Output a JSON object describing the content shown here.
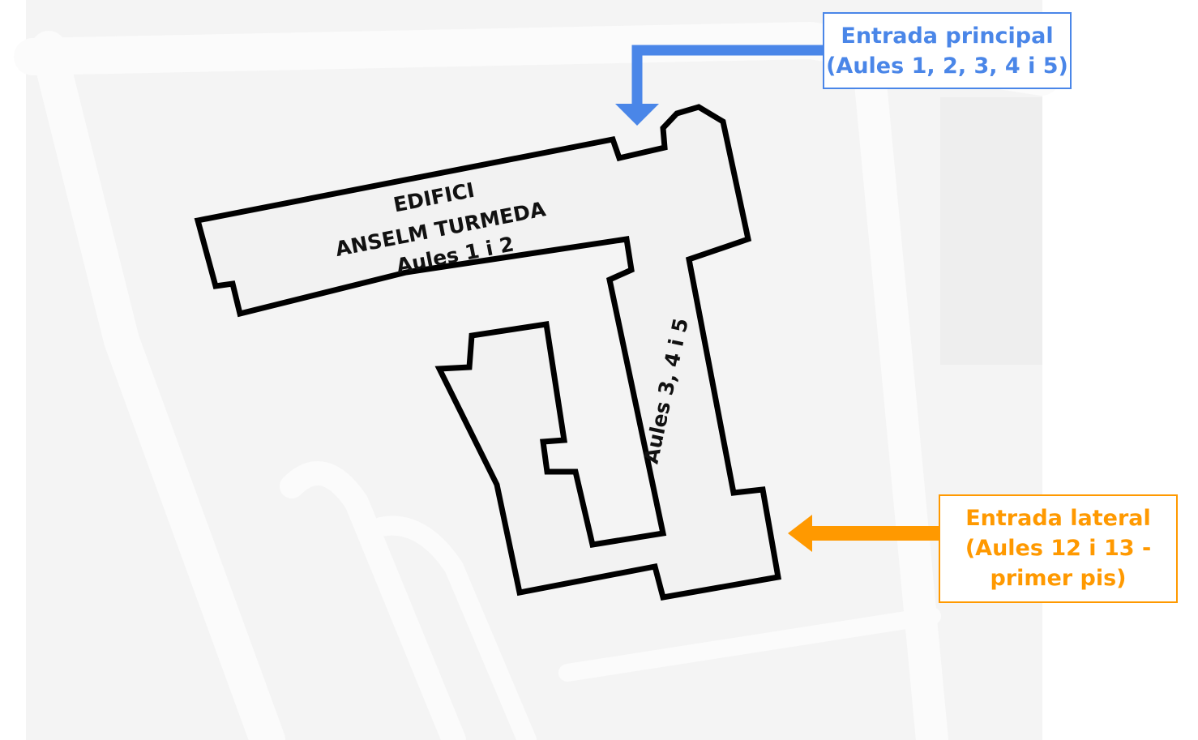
{
  "building": {
    "name_line1": "EDIFICI",
    "name_line2": "ANSELM TURMEDA",
    "wing_north_label": "Aules 1 i 2",
    "wing_east_label": "Aules 3, 4 i 5"
  },
  "entrances": {
    "main": {
      "line1": "Entrada principal",
      "line2": "(Aules 1, 2, 3, 4 i 5)",
      "color": "#4a86e8"
    },
    "side": {
      "line1": "Entrada lateral",
      "line2": "(Aules 12 i 13 -",
      "line3": "primer pis)",
      "color": "#ff9900"
    }
  },
  "colors": {
    "background": "#ffffff",
    "map_base": "#f4f4f4",
    "streets": "#fbfbfb",
    "building_fill": "#f2f2f2",
    "building_outline": "#000000"
  }
}
